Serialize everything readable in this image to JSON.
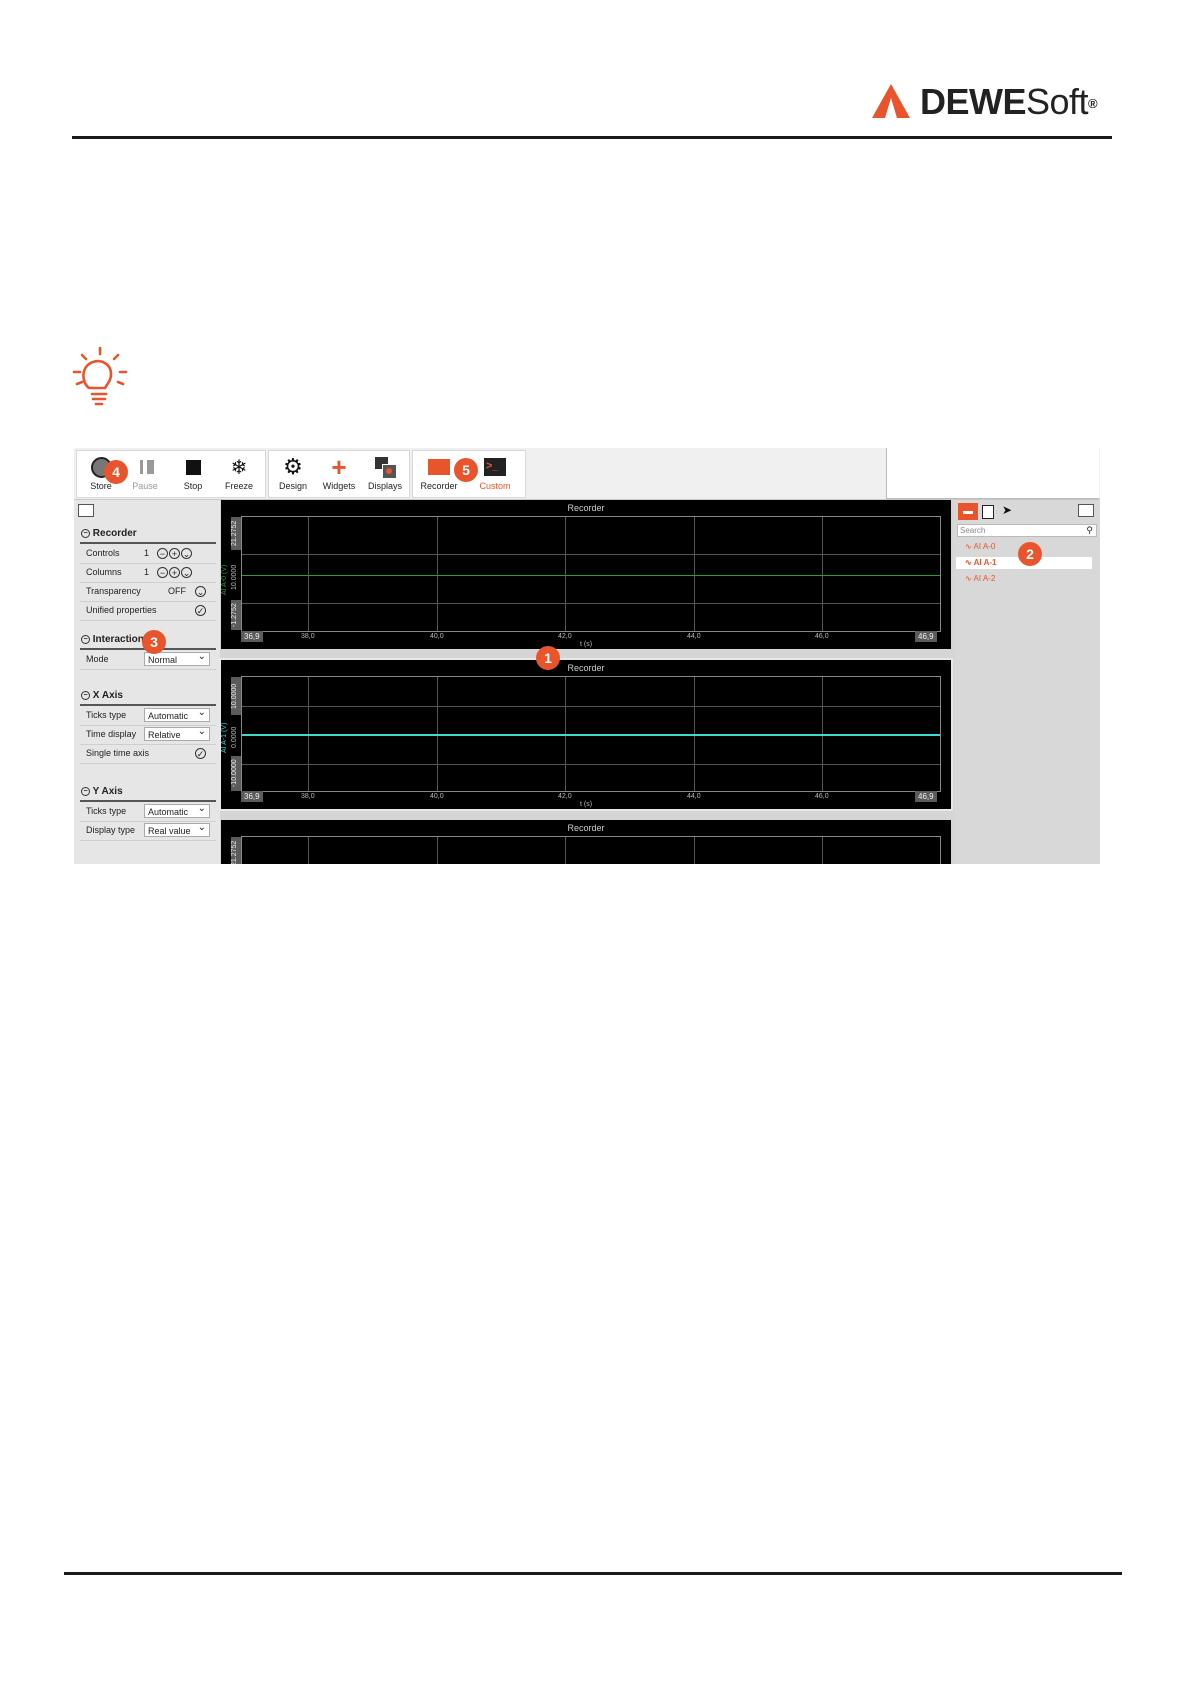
{
  "brand": {
    "name_bold": "DEWE",
    "name_regular": "Soft",
    "registered": "®"
  },
  "toolbar": {
    "store": "Store",
    "pause": "Pause",
    "stop": "Stop",
    "freeze": "Freeze",
    "design": "Design",
    "widgets": "Widgets",
    "displays": "Displays",
    "recorder": "Recorder",
    "custom": "Custom"
  },
  "left_panel": {
    "recorder_title": "Recorder",
    "controls_label": "Controls",
    "controls_value": "1",
    "columns_label": "Columns",
    "columns_value": "1",
    "transparency_label": "Transparency",
    "transparency_value": "OFF",
    "unified_label": "Unified properties",
    "interaction_title": "Interaction",
    "mode_label": "Mode",
    "mode_value": "Normal",
    "xaxis_title": "X Axis",
    "ticks_type_label": "Ticks type",
    "ticks_type_value": "Automatic",
    "time_display_label": "Time display",
    "time_display_value": "Relative",
    "single_time_label": "Single time axis",
    "yaxis_title": "Y Axis",
    "y_ticks_type_label": "Ticks type",
    "y_ticks_type_value": "Automatic",
    "display_type_label": "Display type",
    "display_type_value": "Real value"
  },
  "charts": [
    {
      "title": "Recorder",
      "ylabel": "AI A-0 (V)",
      "ytop": "21.2752",
      "ymid": "10.0000",
      "ybottom": "-1.2752",
      "xmin": "36,9",
      "xmax": "46,9",
      "xlabel": "t (s)",
      "color": "#2a9d3a"
    },
    {
      "title": "Recorder",
      "ylabel": "AI A-1 (V)",
      "ytop": "10.0000",
      "ymid": "0.0000",
      "ybottom": "-10.0000",
      "xmin": "36,9",
      "xmax": "46,9",
      "xlabel": "t (s)",
      "color": "#40d8d0"
    },
    {
      "title": "Recorder",
      "ytop": "21.2752"
    }
  ],
  "x_ticks": [
    "38,0",
    "40,0",
    "42,0",
    "44,0",
    "46,0"
  ],
  "right_panel": {
    "search_placeholder": "Search",
    "channels": [
      "AI A-0",
      "AI A-1",
      "AI A-2"
    ]
  },
  "badges": [
    "1",
    "2",
    "3",
    "4",
    "5"
  ],
  "colors": {
    "accent": "#e8552d"
  }
}
